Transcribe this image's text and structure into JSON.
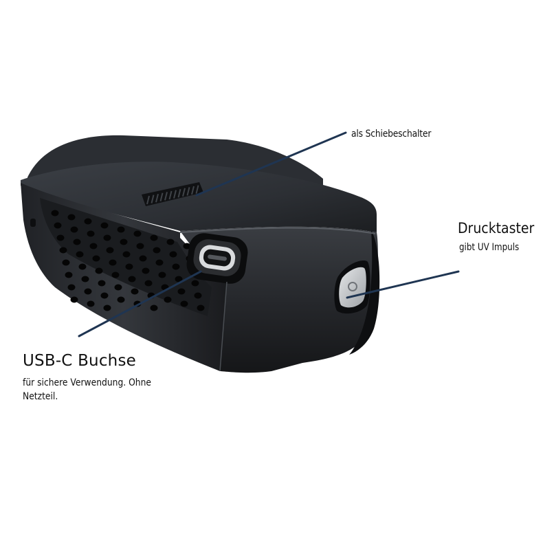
{
  "annotations": {
    "slider": {
      "label": "als Schiebeschalter"
    },
    "push_button": {
      "title": "Drucktaster",
      "description": "gibt UV Impuls"
    },
    "usb_port": {
      "title": "USB-C Buchse",
      "description": "für sichere Verwendung. Ohne Netzteil."
    }
  },
  "colors": {
    "device_body": "#2a2d31",
    "device_dark": "#141517",
    "callout_line": "#1f3552",
    "background": "#ffffff"
  },
  "icons": [
    "usb-c-port-icon",
    "power-button-icon",
    "slide-switch-icon",
    "vent-grille"
  ]
}
